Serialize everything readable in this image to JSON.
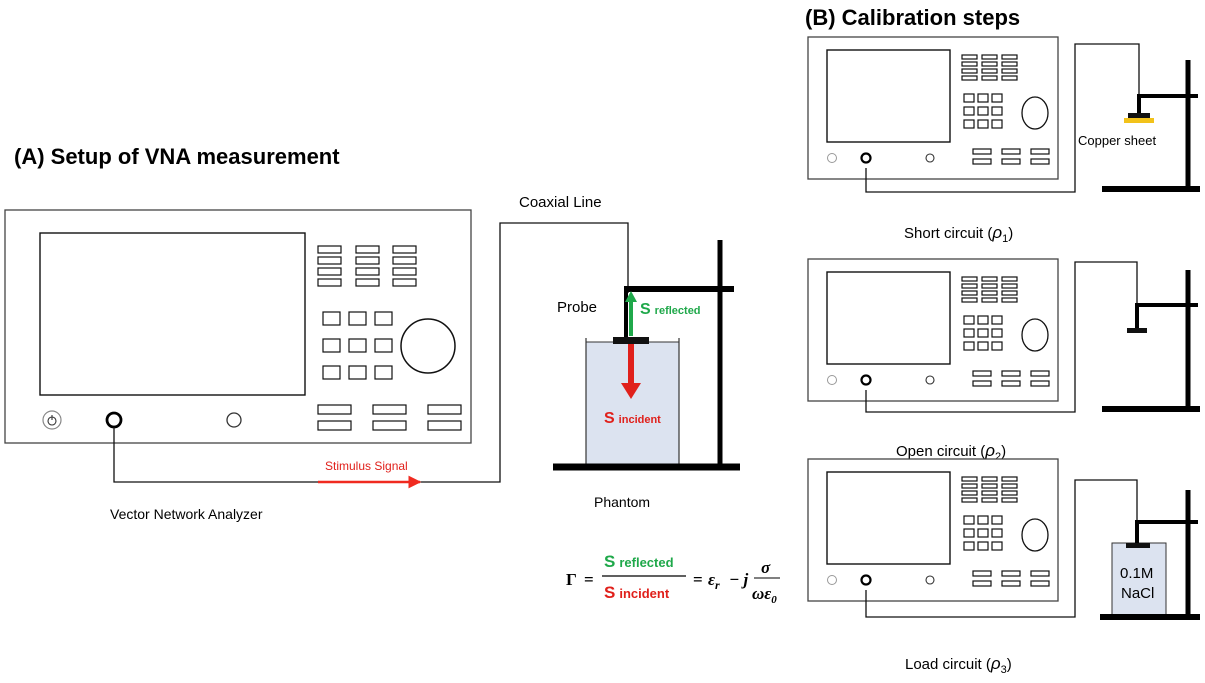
{
  "panel_a": {
    "title": "(A) Setup of VNA measurement",
    "instrument_label": "Vector Network Analyzer",
    "coax_label": "Coaxial Line",
    "stimulus_label": "Stimulus Signal",
    "probe_label": "Probe",
    "phantom_label": "Phantom",
    "s_reflected": {
      "s": "S",
      "sub": "reflected"
    },
    "s_incident": {
      "s": "S",
      "sub": "incident"
    }
  },
  "equation": {
    "gamma": "Γ",
    "eq": "=",
    "num_s": "S",
    "num_sub": "reflected",
    "den_s": "S",
    "den_sub": "incident",
    "rhs_eps": "ε",
    "rhs_eps_sub": "r",
    "rhs_minus_j": "− j",
    "rhs_sigma": "σ",
    "rhs_omega": "ωε",
    "rhs_omega_sub": "0"
  },
  "panel_b": {
    "title": "(B) Calibration steps",
    "short": {
      "label": "Short circuit (",
      "rho": "ρ",
      "sub": "1",
      "close": ")",
      "material": "Copper sheet"
    },
    "open": {
      "label": "Open circuit (",
      "rho": "ρ",
      "sub": "2",
      "close": ")"
    },
    "load": {
      "label": "Load circuit (",
      "rho": "ρ",
      "sub": "3",
      "close": ")",
      "solution_line1": "0.1M",
      "solution_line2": "NaCl"
    }
  },
  "colors": {
    "reflected": "#1fa84a",
    "incident": "#e0201b",
    "stimulus": "#f02a20",
    "phantom_fill": "#dce3f0",
    "copper": "#f2c21a"
  },
  "icons": [
    "power-icon",
    "port-connector-icon",
    "knob-icon",
    "retort-stand-icon",
    "arrow-icon"
  ]
}
